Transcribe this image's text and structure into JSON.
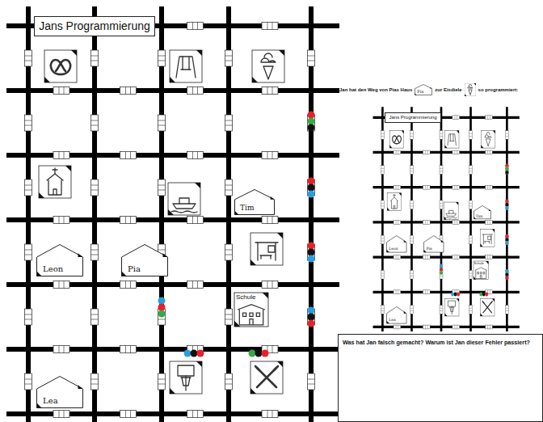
{
  "diagram": {
    "nodes": [
      {
        "text": [
          "Jans Programmierung"
        ]
      },
      {
        "text": [
          "Tim"
        ]
      },
      {
        "text": [
          "Leon"
        ]
      },
      {
        "text": [
          "Pia"
        ]
      },
      {
        "text": [
          "Schule"
        ]
      },
      {
        "text": [
          "Lea"
        ]
      },
      {
        "text": [
          "Pia"
        ]
      },
      {
        "text": [
          "Jans Programmierung"
        ]
      },
      {
        "text": [
          "Tim"
        ]
      },
      {
        "text": [
          "Leon"
        ]
      },
      {
        "text": [
          "Pia"
        ]
      },
      {
        "text": [
          "Schule"
        ]
      },
      {
        "text": [
          "Lea"
        ]
      },
      {
        "text": [
          "Was hat Jan falsch gemacht? Warum ist Jan dieser Fehler passiert?"
        ]
      }
    ],
    "labels": [
      "Jan hat den Weg von Pias Haus",
      "zur Eisdiele",
      "so programmiert:"
    ]
  }
}
